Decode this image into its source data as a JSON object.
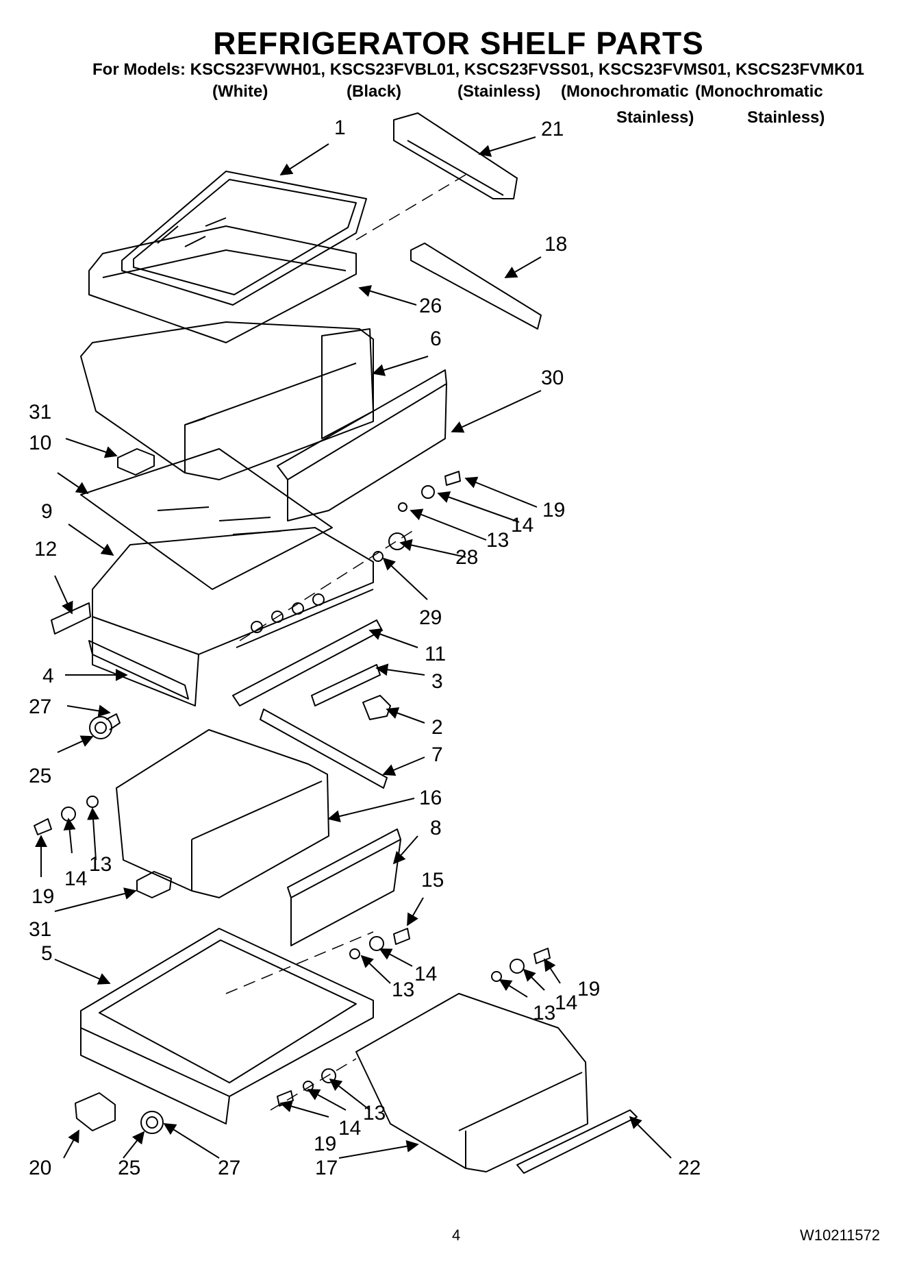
{
  "header": {
    "title": "REFRIGERATOR SHELF PARTS",
    "models_line": "For Models: KSCS23FVWH01, KSCS23FVBL01, KSCS23FVSS01, KSCS23FVMS01, KSCS23FVMK01",
    "finishes": [
      "(White)",
      "(Black)",
      "(Stainless)",
      "(Monochromatic",
      "(Monochromatic"
    ],
    "finishes_line2": [
      "Stainless)",
      "Stainless)"
    ]
  },
  "callouts": [
    "1",
    "21",
    "18",
    "26",
    "6",
    "30",
    "31",
    "10",
    "19",
    "14",
    "13",
    "28",
    "9",
    "12",
    "29",
    "11",
    "3",
    "4",
    "27",
    "2",
    "25",
    "7",
    "16",
    "8",
    "19",
    "14",
    "13",
    "15",
    "31",
    "5",
    "14",
    "19",
    "13",
    "14",
    "13",
    "14",
    "13",
    "19",
    "20",
    "25",
    "27",
    "17",
    "22"
  ],
  "footer": {
    "page_number": "4",
    "doc_number": "W10211572"
  }
}
